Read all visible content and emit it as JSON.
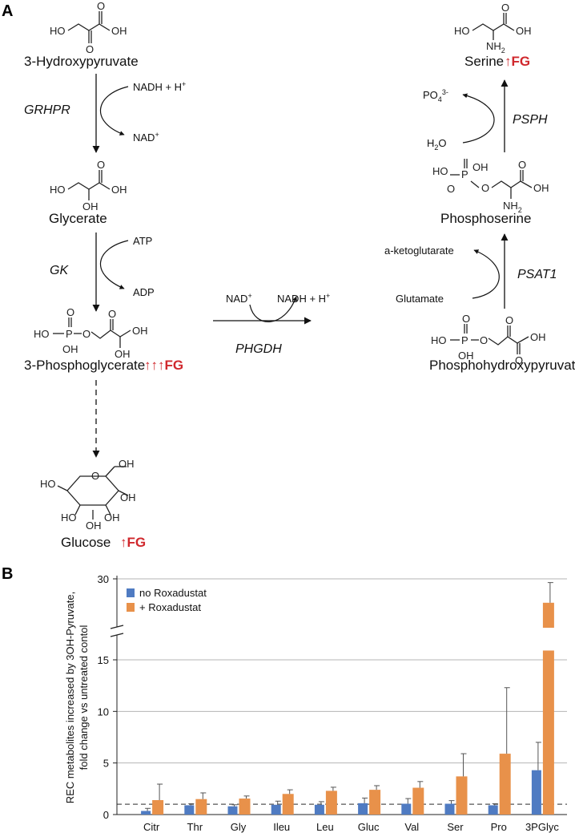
{
  "panels": {
    "a": "A",
    "b": "B"
  },
  "pathway": {
    "compounds": {
      "hydroxypyruvate": "3-Hydroxypyruvate",
      "glycerate": "Glycerate",
      "phosphoglycerate": "3-Phosphoglycerate",
      "glucose": "Glucose",
      "phosphohydroxypyruvate": "Phosphohydroxypyruvate",
      "phosphoserine": "Phosphoserine",
      "serine": "Serine"
    },
    "enzymes": {
      "grhpr": "GRHPR",
      "gk": "GK",
      "phgdh": "PHGDH",
      "psat1": "PSAT1",
      "psph": "PSPH"
    },
    "cofactors": {
      "nadh": "NADH + H",
      "nad": "NAD",
      "atp": "ATP",
      "adp": "ADP",
      "aketoglutarate": "a-ketoglutarate",
      "glutamate": "Glutamate",
      "water": "H",
      "phosphate": "PO",
      "sup_plus": "+",
      "sub_2": "2",
      "sub_4": "4",
      "sup_3minus": "3-",
      "water_o": "O"
    },
    "annotations": {
      "pgl": "↑↑↑FG",
      "glucose": "↑FG",
      "serine": "↑FG"
    },
    "atoms": {
      "ho": "HO",
      "oh": "OH",
      "o": "O",
      "nh": "NH",
      "nh_sub": "2",
      "p": "P",
      "hop": "HO-P",
      "ho_p": "HO"
    }
  },
  "chart_data": {
    "type": "bar",
    "categories": [
      "Citr",
      "Thr",
      "Gly",
      "Ileu",
      "Leu",
      "Gluc",
      "Val",
      "Ser",
      "Pro",
      "3PGlyc"
    ],
    "series": [
      {
        "name": "no Roxadustat",
        "color": "#4f7bc2",
        "values": [
          0.35,
          0.9,
          0.8,
          0.95,
          0.95,
          1.1,
          1.05,
          1.05,
          0.9,
          4.3
        ],
        "error": [
          0.25,
          0.15,
          0.15,
          0.35,
          0.3,
          0.5,
          0.5,
          0.3,
          0.15,
          2.7
        ]
      },
      {
        "name": "+ Roxadustat",
        "color": "#e8914a",
        "values": [
          1.4,
          1.5,
          1.55,
          2.0,
          2.3,
          2.4,
          2.6,
          3.7,
          5.9,
          25.5
        ],
        "error": [
          1.55,
          0.6,
          0.25,
          0.4,
          0.35,
          0.4,
          0.6,
          2.2,
          6.4,
          3.8
        ]
      }
    ],
    "ylabel": [
      "REC metabolites increased by 3OH-Pyruvate,",
      "fold change vs untreated contol"
    ],
    "xlabel": "",
    "yticks": [
      0,
      5,
      10,
      15,
      30
    ],
    "ylim": [
      0,
      30
    ],
    "axis_break": [
      16.5,
      22
    ],
    "reference_line": 1,
    "grid": true,
    "legend": "top-left"
  }
}
